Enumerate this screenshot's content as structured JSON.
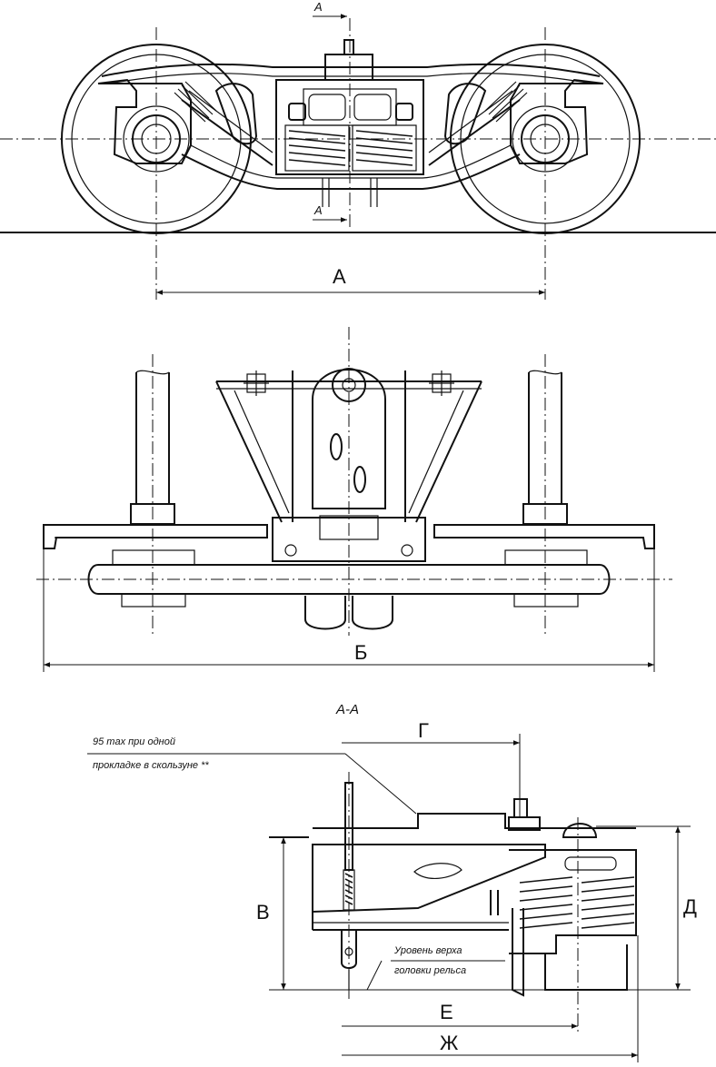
{
  "side_view": {
    "section_mark_top": "А",
    "section_mark_bottom": "А",
    "dimension_wheelbase": "А"
  },
  "top_view": {
    "dimension_overall_width": "Б"
  },
  "section_view": {
    "title": "А-А",
    "note_line1": "95 max при одной",
    "note_line2": "прокладке в скользуне **",
    "rail_label_line1": "Уровень верха",
    "rail_label_line2": "головки рельса",
    "dim_g": "Г",
    "dim_v": "В",
    "dim_d": "Д",
    "dim_e": "Е",
    "dim_zh": "Ж"
  }
}
